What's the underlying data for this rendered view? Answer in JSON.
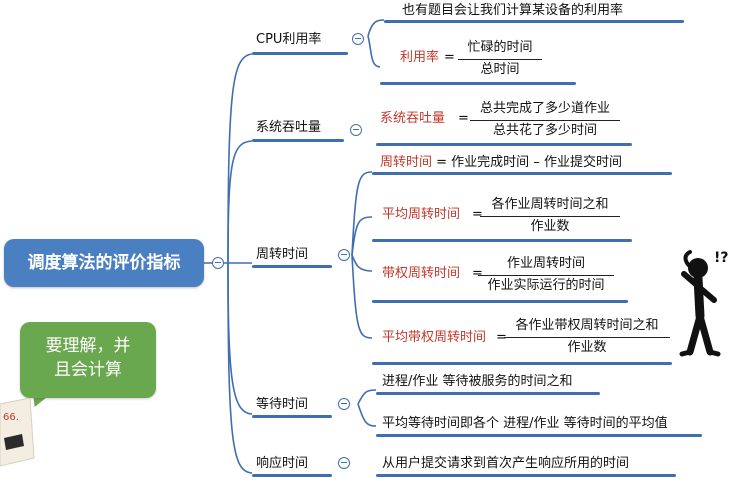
{
  "root": {
    "label": "调度算法的评价指标"
  },
  "note": {
    "line1": "要理解，并",
    "line2": "且会计算"
  },
  "branches": {
    "cpu": {
      "label": "CPU利用率",
      "desc": "也有题目会让我们计算某设备的利用率",
      "formula": {
        "name": "利用率",
        "eq": "=",
        "numerator": "忙碌的时间",
        "denominator": "总时间"
      }
    },
    "throughput": {
      "label": "系统吞吐量",
      "formula": {
        "name": "系统吞吐量",
        "eq": "=",
        "numerator": "总共完成了多少道作业",
        "denominator": "总共花了多少时间"
      }
    },
    "turnaround": {
      "label": "周转时间",
      "f1": {
        "name": "周转时间",
        "rest": " = 作业完成时间 – 作业提交时间"
      },
      "f2": {
        "name": "平均周转时间",
        "eq": "=",
        "numerator": "各作业周转时间之和",
        "denominator": "作业数"
      },
      "f3": {
        "name": "带权周转时间",
        "eq": "=",
        "numerator": "作业周转时间",
        "denominator": "作业实际运行的时间"
      },
      "f4": {
        "name": "平均带权周转时间",
        "eq": "=",
        "numerator": "各作业带权周转时间之和",
        "denominator": "作业数"
      }
    },
    "waiting": {
      "label": "等待时间",
      "item1": "进程/作业 等待被服务的时间之和",
      "item2": "平均等待时间即各个 进程/作业 等待时间的平均值"
    },
    "response": {
      "label": "响应时间",
      "item1": "从用户提交请求到首次产生响应所用的时间"
    }
  },
  "colors": {
    "branch_line": "#3f6fb0",
    "root_fill": "#4a7fc1",
    "note_fill": "#6aa84f",
    "highlight_text": "#c0392b"
  },
  "icons": {
    "thinking_figure": "confused-person-icon",
    "collapse": "collapse-minus-icon"
  }
}
